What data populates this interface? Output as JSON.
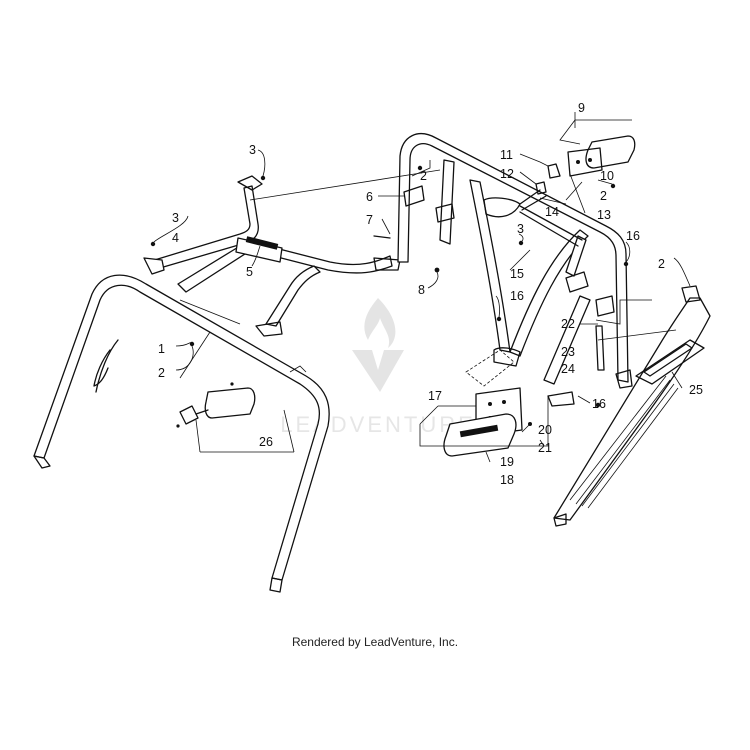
{
  "callouts": {
    "c1": "1",
    "c2": "2",
    "c3": "3",
    "c4": "4",
    "c5": "5",
    "c6": "6",
    "c7": "7",
    "c8": "8",
    "c9": "9",
    "c10": "10",
    "c11": "11",
    "c12": "12",
    "c13": "13",
    "c14": "14",
    "c15": "15",
    "c16": "16",
    "c17": "17",
    "c18": "18",
    "c19": "19",
    "c20": "20",
    "c21": "21",
    "c22": "22",
    "c23": "23",
    "c24": "24",
    "c25": "25",
    "c26": "26"
  },
  "watermark": {
    "text": "LEADVENTURE"
  },
  "footer": {
    "credit": "Rendered by LeadVenture, Inc."
  }
}
